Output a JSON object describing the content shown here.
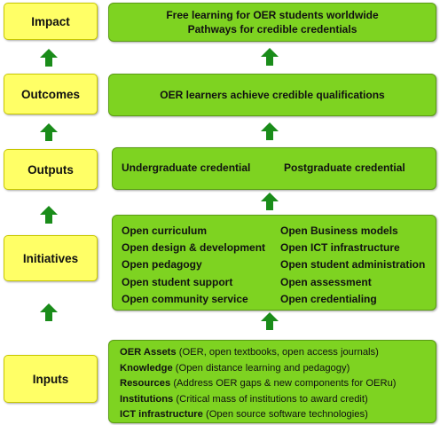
{
  "labels": {
    "impact": "Impact",
    "outcomes": "Outcomes",
    "outputs": "Outputs",
    "initiatives": "Initiatives",
    "inputs": "Inputs"
  },
  "impact_lines": [
    "Free learning for OER students worldwide",
    "Pathways for credible credentials"
  ],
  "outcomes_text": "OER learners achieve credible qualifications",
  "outputs": [
    "Undergraduate credential",
    "Postgraduate credential"
  ],
  "initiatives_left": [
    "Open curriculum",
    "Open design & development",
    "Open pedagogy",
    "Open student support",
    "Open community service"
  ],
  "initiatives_right": [
    "Open Business models",
    "Open ICT infrastructure",
    "Open student administration",
    "Open assessment",
    "Open credentialing"
  ],
  "inputs": [
    {
      "term": "OER Assets",
      "detail": " (OER, open textbooks, open access journals)"
    },
    {
      "term": "Knowledge",
      "detail": " (Open distance learning and pedagogy)"
    },
    {
      "term": "Resources",
      "detail": " (Address OER gaps & new components for OERu)"
    },
    {
      "term": "Institutions",
      "detail": " (Critical mass of institutions to award credit)"
    },
    {
      "term": "ICT infrastructure",
      "detail": " (Open source software technologies)"
    }
  ],
  "colors": {
    "label_fill": "#ffff66",
    "box_fill": "#7ed321",
    "arrow_fill": "#1a8c1a"
  }
}
